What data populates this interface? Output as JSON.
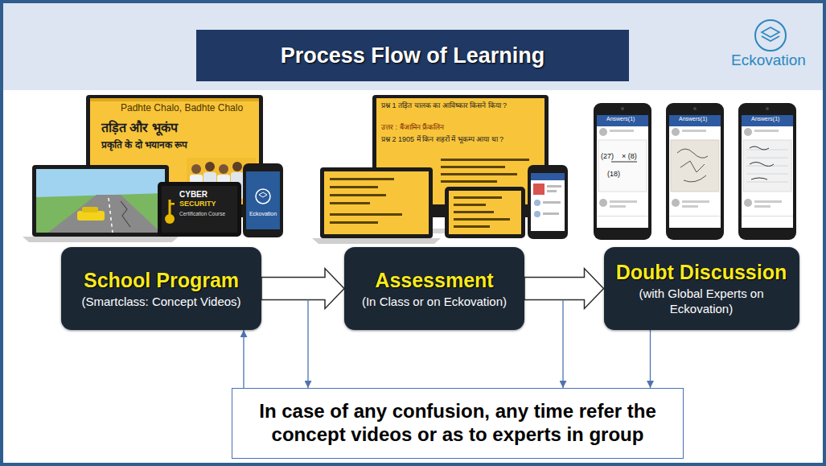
{
  "diagram": {
    "title": "Process Flow of Learning",
    "nodes": [
      {
        "text": [
          "School Program",
          "(Smartclass: Concept Videos)"
        ]
      },
      {
        "text": [
          "Assessment",
          "(In Class or on Eckovation)"
        ]
      },
      {
        "text": [
          "Doubt Discussion",
          "(with Global Experts on Eckovation)"
        ]
      },
      {
        "text": [
          "In case of any confusion, any time refer the concept videos or as to experts in group"
        ]
      }
    ],
    "edges": [
      {
        "from": 0,
        "to": 1,
        "arrow": "to"
      },
      {
        "from": 1,
        "to": 2,
        "arrow": "to"
      },
      {
        "from": 3,
        "to": 0,
        "arrow": "to"
      },
      {
        "from": 2,
        "to": 3,
        "arrow": "to"
      }
    ],
    "labels": [
      "Eckovation",
      "Padhte Chalo, Badhte Chalo",
      "तड़ित और भूकंप",
      "प्रकृति के दो भयानक रूप",
      "CYBER",
      "SECURITY",
      "Certification Course",
      "Eckovation",
      "प्रश्न 1 तड़ित चालक का आविष्कार किसने किया ?",
      "उत्तर : बैंजामिन फ्रैंकलिन",
      "प्रश्न 2 1905 में किन शहरों में भूकम्प आया था ?",
      "Answers(1)",
      "Answers(1)",
      "Answers(1)",
      "(27)",
      "× (8)",
      "(18)"
    ]
  }
}
